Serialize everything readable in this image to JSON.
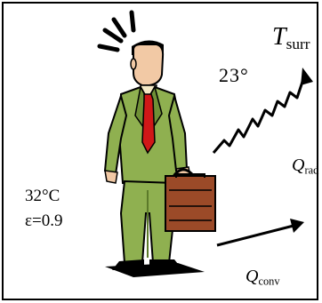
{
  "labels": {
    "t_surr_symbol": "T",
    "t_surr_sub": "surr",
    "surr_temp": "23°",
    "q_rad_symbol": "Q",
    "q_rad_sub": "rad",
    "q_conv_symbol": "Q",
    "q_conv_sub": "conv",
    "body_temp": "32°C",
    "emissivity": "ε=0.9"
  },
  "figure": {
    "subject": "man-in-green-suit-with-briefcase",
    "suit_color": "#8fb050",
    "tie_color": "#d01818",
    "briefcase_color": "#9b4a28",
    "skin_color": "#f2c9a5"
  }
}
